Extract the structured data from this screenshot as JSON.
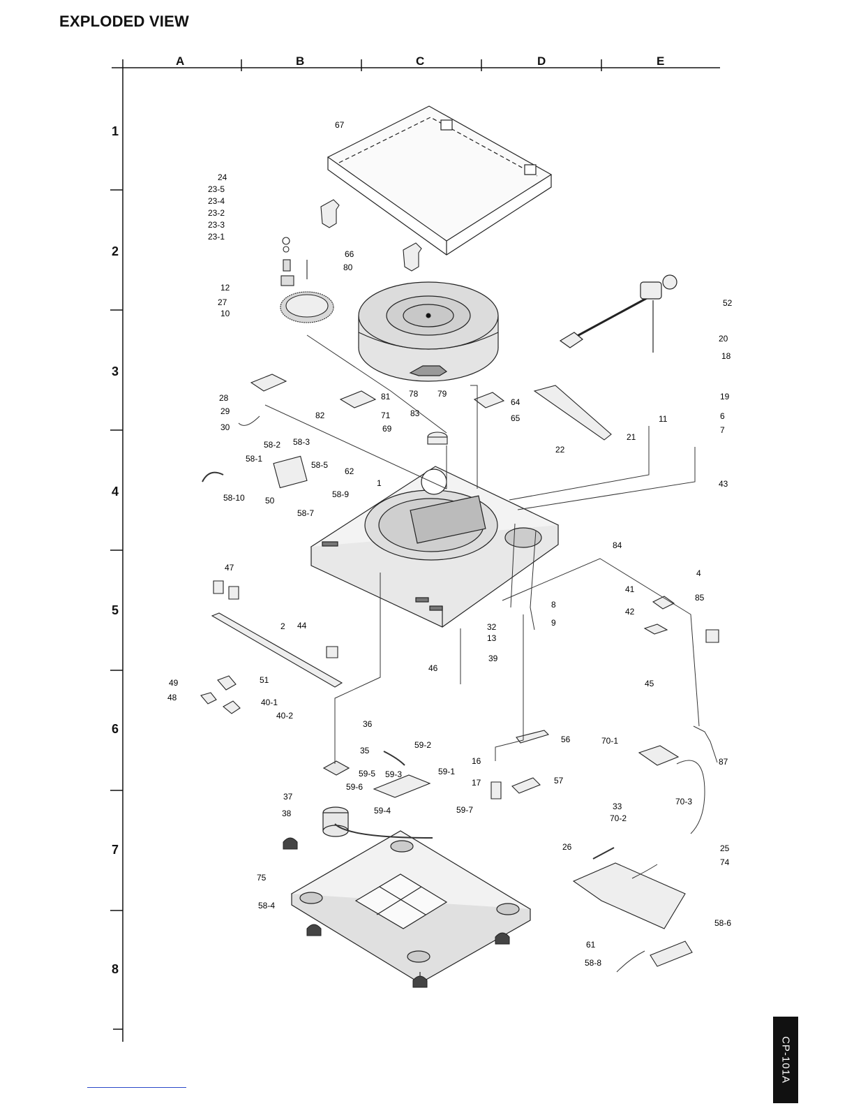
{
  "page": {
    "title": "EXPLODED VIEW",
    "model": "CP-101A"
  },
  "grid": {
    "columns": [
      "A",
      "B",
      "C",
      "D",
      "E"
    ],
    "rows": [
      "1",
      "2",
      "3",
      "4",
      "5",
      "6",
      "7",
      "8"
    ]
  },
  "part_labels": [
    "67",
    "24",
    "23-5",
    "23-4",
    "23-2",
    "23-3",
    "23-1",
    "66",
    "80",
    "12",
    "27",
    "10",
    "52",
    "20",
    "18",
    "19",
    "6",
    "7",
    "21",
    "22",
    "11",
    "28",
    "29",
    "30",
    "78",
    "79",
    "81",
    "82",
    "71",
    "69",
    "64",
    "65",
    "83",
    "58-2",
    "58-3",
    "58-1",
    "58-5",
    "62",
    "58-10",
    "58-9",
    "50",
    "58-7",
    "1",
    "43",
    "84",
    "4",
    "47",
    "41",
    "85",
    "42",
    "2",
    "44",
    "8",
    "9",
    "32",
    "13",
    "39",
    "46",
    "45",
    "49",
    "48",
    "40-1",
    "40-2",
    "51",
    "36",
    "35",
    "59-2",
    "56",
    "70-1",
    "87",
    "59-1",
    "59-5",
    "59-3",
    "59-6",
    "16",
    "17",
    "57",
    "37",
    "38",
    "59-4",
    "59-7",
    "33",
    "70-3",
    "70-2",
    "26",
    "25",
    "74",
    "75",
    "58-4",
    "58-6",
    "61",
    "58-8"
  ],
  "icons": [
    "turntable-platter",
    "dust-cover",
    "tonearm",
    "plinth",
    "motor",
    "base-plate"
  ]
}
